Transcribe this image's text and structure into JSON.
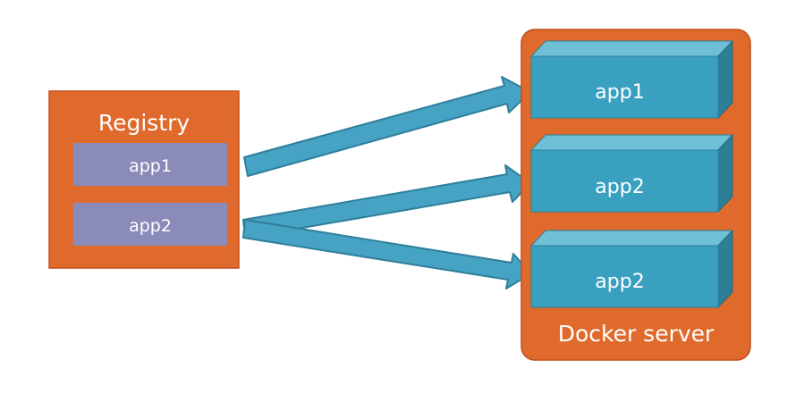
{
  "registry": {
    "title": "Registry",
    "items": [
      {
        "label": "app1"
      },
      {
        "label": "app2"
      }
    ]
  },
  "server": {
    "title": "Docker server",
    "containers": [
      {
        "label": "app1"
      },
      {
        "label": "app2"
      },
      {
        "label": "app2"
      }
    ]
  },
  "colors": {
    "box_fill": "#E06A2C",
    "box_stroke": "#C24E1D",
    "registry_item_fill": "#8A8BB8",
    "container_front": "#3AA0BF",
    "container_top": "#6EC0D6",
    "container_side": "#2D7F98",
    "arrow_fill": "#47A3C3",
    "arrow_stroke": "#2E7F9C"
  }
}
